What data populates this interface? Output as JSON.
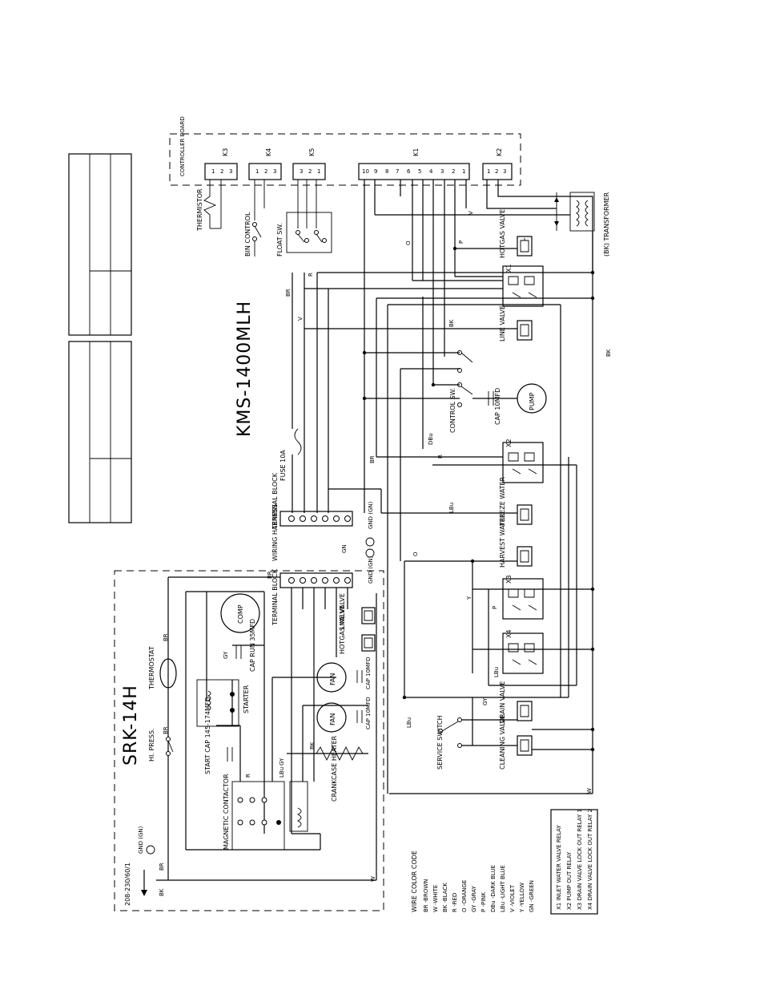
{
  "model_title": "KMS-1400MLH",
  "condenser_title": "SRK-14H",
  "controller_board": {
    "label": "CONTROLLER BOARD",
    "connectors": [
      {
        "name": "K3",
        "pins": [
          "1",
          "2",
          "3"
        ]
      },
      {
        "name": "K4",
        "pins": [
          "1",
          "2",
          "3"
        ]
      },
      {
        "name": "K5",
        "pins": [
          "3",
          "2",
          "1"
        ]
      },
      {
        "name": "K1",
        "pins": [
          "10",
          "9",
          "8",
          "7",
          "6",
          "5",
          "4",
          "3",
          "2",
          "1"
        ]
      },
      {
        "name": "K2",
        "pins": [
          "1",
          "2",
          "3"
        ]
      }
    ]
  },
  "board_components": {
    "thermistor": "THERMISTOR",
    "bin_control": "BIN CONTROL",
    "float_sw": "FLOAT SW.",
    "transformer": "(BK) TRANSFORMER",
    "hotgas_valve": "HOTGAS VALVE",
    "line_valve": "LINE VALVE",
    "control_sw": "CONTROL SW.",
    "cap_pump": "CAP 10MFD",
    "pump": "PUMP",
    "fuse": "FUSE 10A",
    "freeze_water": "FREEZE WATER",
    "harvest_water": "HARVEST WATER",
    "drain_valve": "DRAIN VALVE",
    "cleaning_valve": "CLEANING VALVE",
    "service_switch": "SERVICE SWITCH",
    "terminal_block": "TERMINAL BLOCK",
    "wiring_harness": "WIRING HARNESS",
    "gnd": "GND (GN)"
  },
  "relays": [
    "X1",
    "X2",
    "X3",
    "X4"
  ],
  "condenser_components": {
    "thermostat": "THERMOSTAT",
    "comp": "COMP",
    "cap_run": "CAP RUN 35MFD",
    "starter": "STARTER",
    "start_cap": "START CAP 145-174MFD",
    "hi_press": "HI. PRESS.",
    "magnetic_contactor": "MAGNETIC CONTACTOR",
    "crankcase_heater": "CRANKCASE HEATER",
    "fan": "FAN",
    "fan_cap": "CAP 10MFD",
    "power": "208-230/60/1",
    "gnd": "GND (GN)",
    "line_value": "LINE VALVE",
    "hotgas_value": "HOTGAS VALVE"
  },
  "wire_color_code": {
    "title": "WIRE COLOR CODE",
    "entries": [
      "BR -BROWN",
      "W -WHITE",
      "BK -BLACK",
      "R -RED",
      "O -ORANGE",
      "GY -GRAY",
      "P -PINK",
      "DBu -DARK BLUE",
      "LBu -LIGHT BLUE",
      "V -VIOLET",
      "Y -YELLOW",
      "GN -GREEN"
    ]
  },
  "relay_legend": [
    "X1  INLET WATER VALVE RELAY",
    "X2  PUMP OUT RELAY",
    "X3  DRAIN VALVE LOCK OUT RELAY 1",
    "X4  DRAIN VALVE LOCK OUT RELAY 2"
  ],
  "wire_tags": [
    "BR",
    "W",
    "BK",
    "R",
    "O",
    "GY",
    "P",
    "DBu",
    "LBu",
    "V",
    "Y",
    "GN"
  ]
}
